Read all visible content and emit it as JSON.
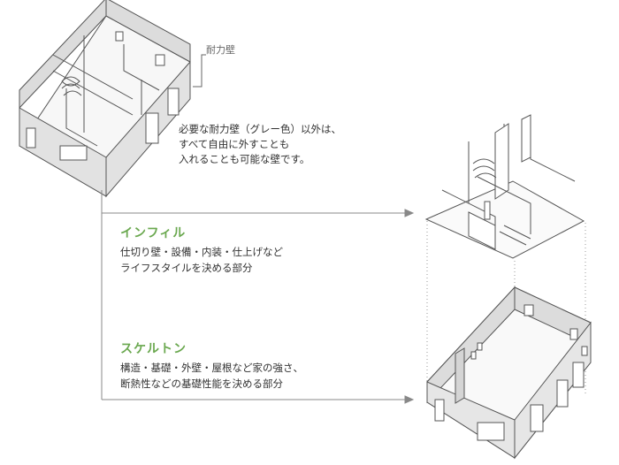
{
  "label_wall": "耐力壁",
  "note": {
    "line1": "必要な耐力壁（グレー色）以外は、",
    "line2": "すべて自由に外すことも",
    "line3": "入れることも可能な壁です。"
  },
  "infill": {
    "title": "インフィル",
    "line1": "仕切り壁・設備・内装・仕上げなど",
    "line2": "ライフスタイルを決める部分"
  },
  "skeleton": {
    "title": "スケルトン",
    "line1": "構造・基礎・外壁・屋根など家の強さ、",
    "line2": "断熱性などの基礎性能を決める部分"
  },
  "colors": {
    "accent": "#6aa84f",
    "wall_gray": "#d9d9d9",
    "line": "#555555"
  }
}
